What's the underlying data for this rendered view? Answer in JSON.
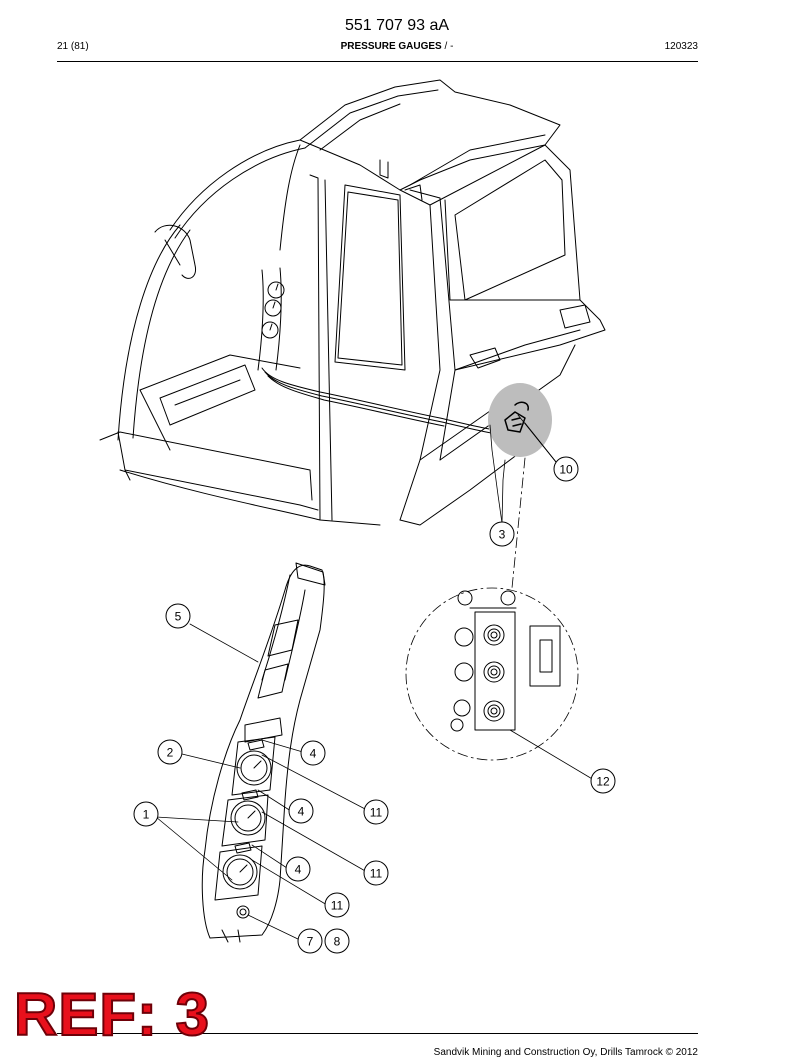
{
  "header": {
    "doc_number": "551 707 93 aA",
    "page_count": "21 (81)",
    "section_title": "PRESSURE GAUGES",
    "section_suffix": " / -",
    "date_code": "120323"
  },
  "callouts": {
    "c1": "1",
    "c2": "2",
    "c3": "3",
    "c4a": "4",
    "c4b": "4",
    "c4c": "4",
    "c5": "5",
    "c7": "7",
    "c8": "8",
    "c10": "10",
    "c11a": "11",
    "c11b": "11",
    "c11c": "11",
    "c12": "12"
  },
  "footer": {
    "copyright": "Sandvik Mining and Construction Oy, Drills Tamrock © 2012"
  },
  "stamp": {
    "text": "REF: 3",
    "color": "#e8101c"
  }
}
